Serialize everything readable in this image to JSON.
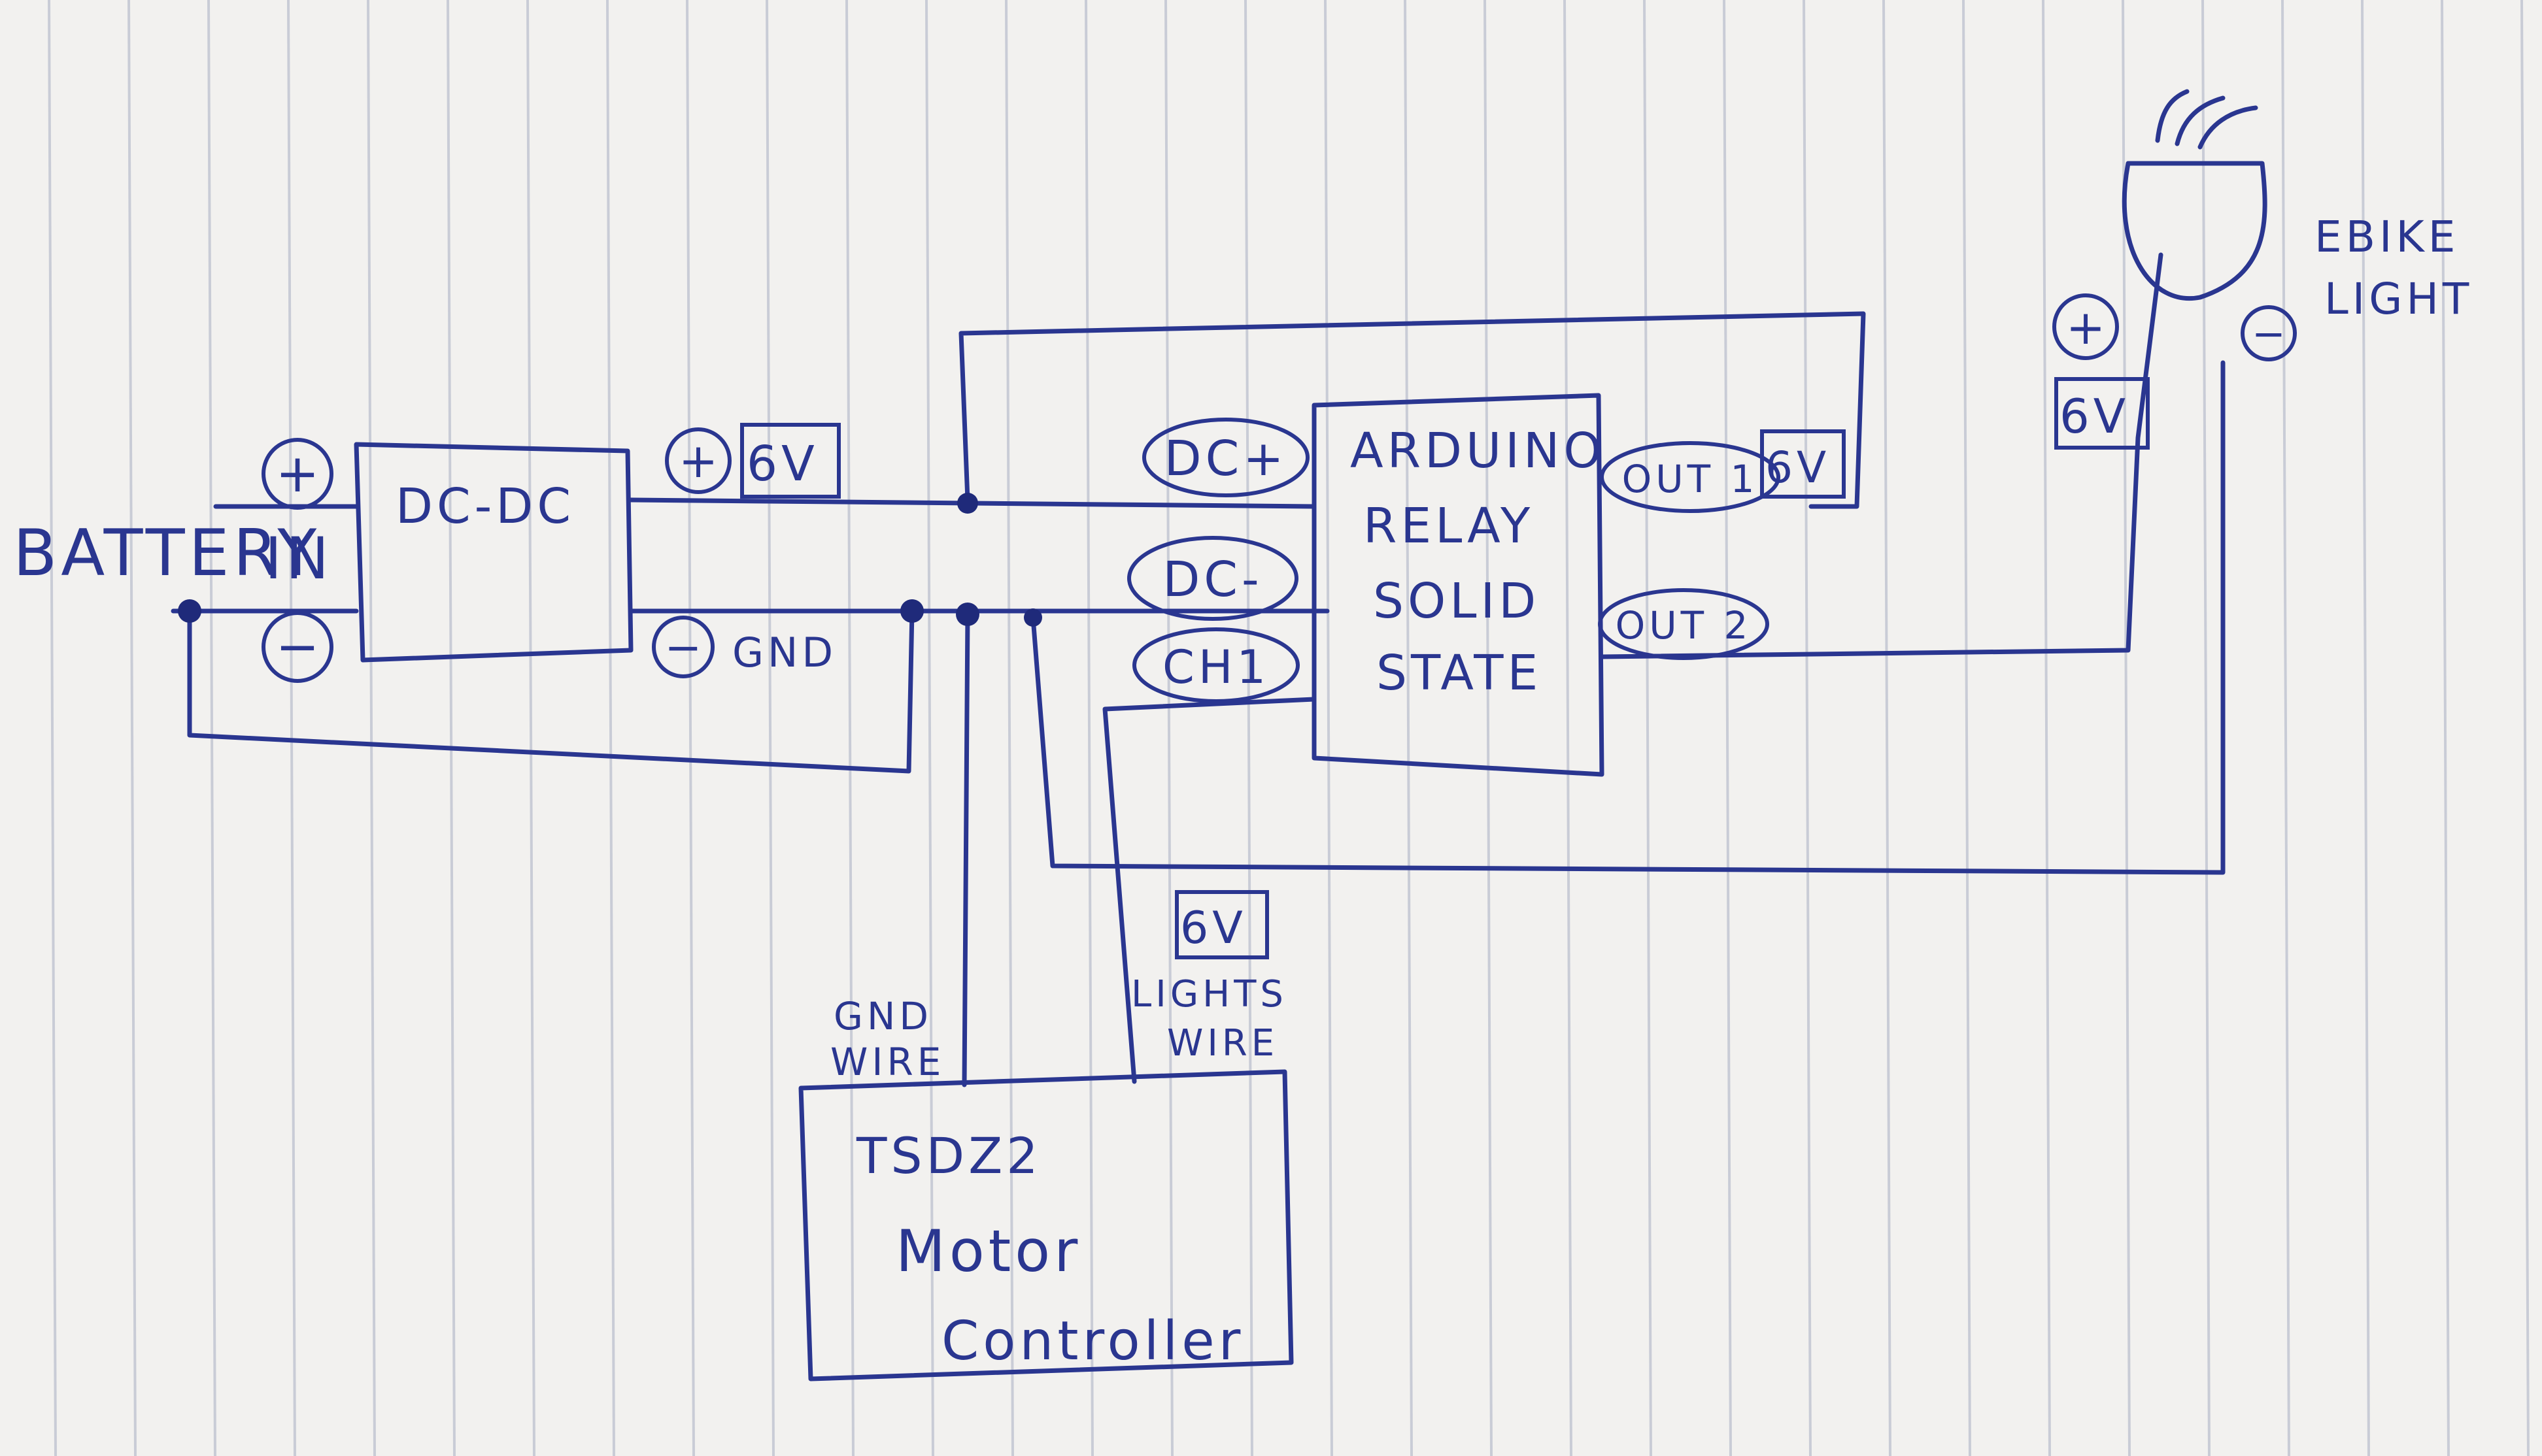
{
  "battery": {
    "label": "BATTERY",
    "in_label": "IN",
    "plus": "+",
    "minus": "−"
  },
  "dcdc": {
    "label": "DC-DC",
    "out_plus": "+",
    "out_voltage": "6V",
    "out_minus": "−",
    "gnd": "GND"
  },
  "arduino_relay": {
    "lines": [
      "ARDUINO",
      "RELAY",
      "SOLID",
      "STATE"
    ],
    "pin_dc_plus": "DC+",
    "pin_dc_minus": "DC-",
    "pin_ch1": "CH1",
    "pin_out1": "OUT 1",
    "pin_out1_voltage": "6V",
    "pin_out2": "OUT 2"
  },
  "ebike_light": {
    "line1": "EBIKE",
    "line2": "LIGHT",
    "plus": "+",
    "minus": "−",
    "voltage": "6V"
  },
  "motor_controller": {
    "line1": "TSDZ2",
    "line2": "Motor",
    "line3": "Controller",
    "gnd_wire_line1": "GND",
    "gnd_wire_line2": "WIRE",
    "lights_wire_line1": "LIGHTS",
    "lights_wire_line2": "WIRE",
    "lights_voltage": "6V"
  },
  "colors": {
    "ink": "#2a3690",
    "paper": "#f2f1ef",
    "rule_lines": "#c9ccd6"
  }
}
